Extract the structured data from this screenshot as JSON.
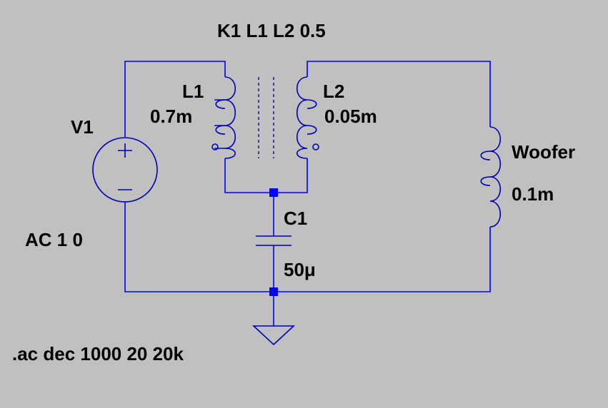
{
  "directive_coupling": "K1 L1 L2 0.5",
  "directive_sim": ".ac dec 1000 20 20k",
  "source": {
    "name": "V1",
    "value": "AC 1 0"
  },
  "l1": {
    "name": "L1",
    "value": "0.7m"
  },
  "l2": {
    "name": "L2",
    "value": "0.05m"
  },
  "woofer": {
    "name": "Woofer",
    "value": "0.1m"
  },
  "c1": {
    "name": "C1",
    "value": "50μ"
  },
  "colors": {
    "background": "#c0c0c0",
    "wire": "#0000ff",
    "component": "#0000b4",
    "text": "#000000"
  }
}
